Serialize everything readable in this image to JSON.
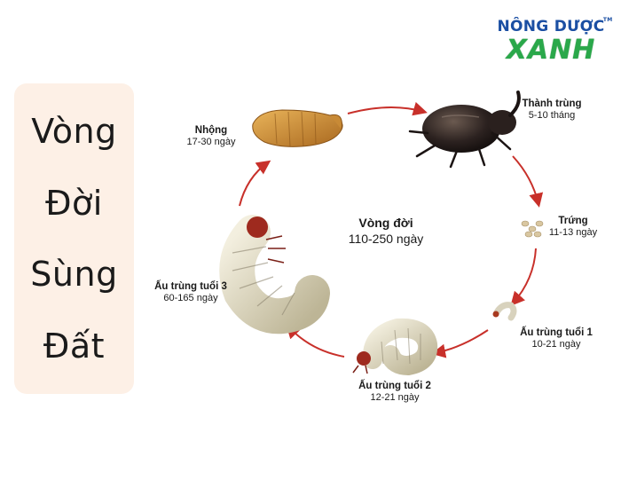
{
  "title_words": [
    "Vòng",
    "Đời",
    "Sùng",
    "Đất"
  ],
  "brand": {
    "top": "NÔNG DƯỢC",
    "tm": "TM",
    "bottom": "XANH",
    "colors": {
      "blue": "#1b4fa3",
      "green": "#2aa84a",
      "red_dot": "#d92b2b"
    }
  },
  "center": {
    "title": "Vòng đời",
    "duration": "110-250 ngày"
  },
  "stages": {
    "adult": {
      "name": "Thành trùng",
      "duration": "5-10 tháng"
    },
    "egg": {
      "name": "Trứng",
      "duration": "11-13 ngày"
    },
    "larva1": {
      "name": "Ấu trùng tuổi 1",
      "duration": "10-21 ngày"
    },
    "larva2": {
      "name": "Ấu trùng tuổi 2",
      "duration": "12-21 ngày"
    },
    "larva3": {
      "name": "Ấu trùng tuổi 3",
      "duration": "60-165 ngày"
    },
    "pupa": {
      "name": "Nhộng",
      "duration": "17-30 ngày"
    }
  },
  "arrow_color": "#c8302a",
  "panel_color": "#fdf0e6"
}
